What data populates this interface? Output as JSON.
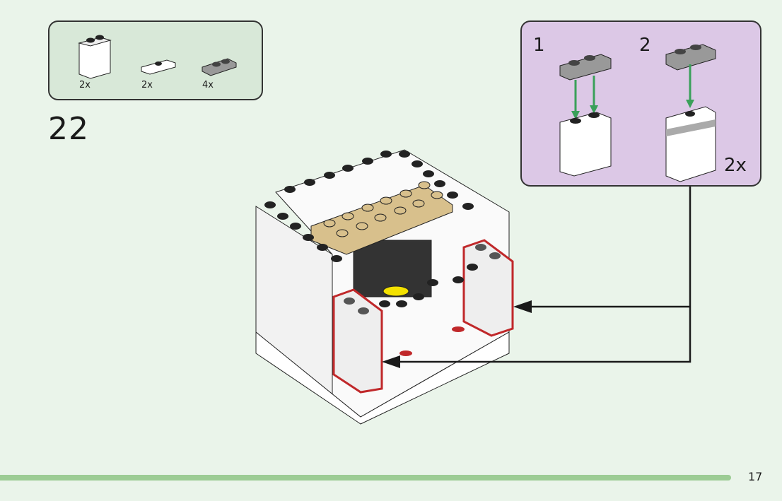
{
  "parts_list": {
    "items": [
      {
        "name": "brick-1x2x2-white",
        "quantity": "2x"
      },
      {
        "name": "plate-1x2-jumper-white",
        "quantity": "2x"
      },
      {
        "name": "plate-1x2-grey",
        "quantity": "4x"
      }
    ]
  },
  "step": {
    "number": "22"
  },
  "sub_assembly": {
    "steps": [
      {
        "label": "1"
      },
      {
        "label": "2"
      }
    ],
    "multiplier": "2x"
  },
  "colors": {
    "background": "#eaf4ea",
    "parts_box": "#d8e8d8",
    "sub_box": "#dcc8e6",
    "arrow_green": "#3aa05a",
    "highlight_red": "#c0282a",
    "tan": "#d8c08c",
    "footer_bar": "#9ccc94"
  },
  "footer": {
    "page_number": "17"
  }
}
